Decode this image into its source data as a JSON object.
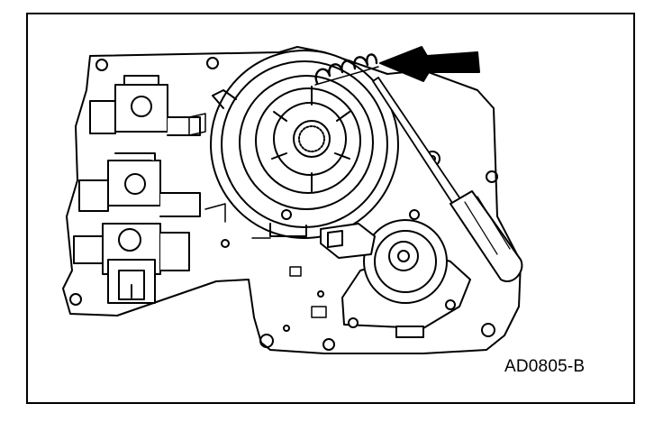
{
  "figure": {
    "caption": "AD0805-B",
    "arrow_color": "#000000",
    "line_color": "#000000",
    "background": "#ffffff",
    "subjects": [
      "valve-body-plate",
      "spring",
      "screwdriver",
      "solenoids",
      "sensor"
    ]
  }
}
